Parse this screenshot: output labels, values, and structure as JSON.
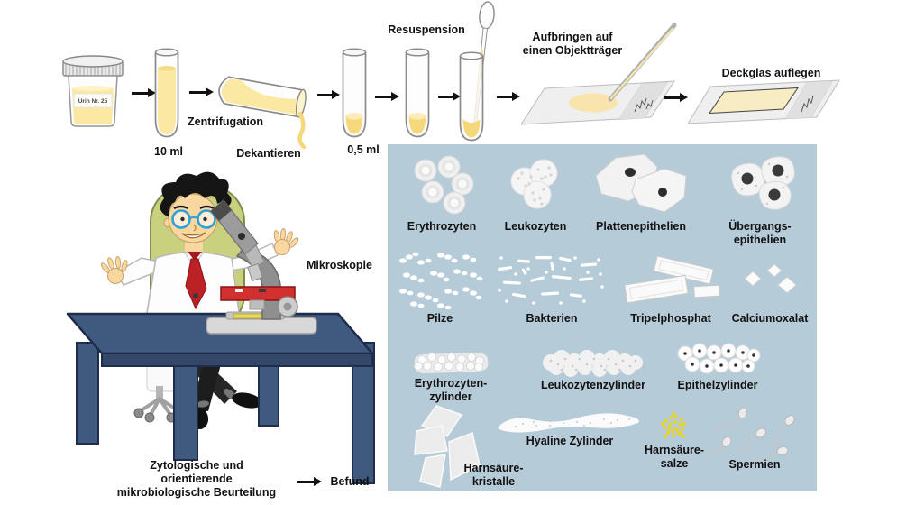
{
  "workflow": {
    "cup_label": "Urin Nr. 25",
    "volume_initial": "10 ml",
    "step_centrifuge": "Zentrifugation",
    "step_decant": "Dekantieren",
    "volume_final": "0,5 ml",
    "step_resuspend": "Resuspension",
    "step_apply_line1": "Aufbringen auf",
    "step_apply_line2": "einen Objektträger",
    "step_coverslip": "Deckglas auflegen"
  },
  "microscopy": {
    "label": "Mikroskopie",
    "assessment_line1": "Zytologische und",
    "assessment_line2": "orientierende",
    "assessment_line3": "mikrobiologische Beurteilung",
    "result": "Befund"
  },
  "sediment": {
    "items": [
      {
        "name": "erythrozyten",
        "line1": "Erythrozyten"
      },
      {
        "name": "leukozyten",
        "line1": "Leukozyten"
      },
      {
        "name": "plattenepithelien",
        "line1": "Plattenepithelien"
      },
      {
        "name": "uebergangsepithelien",
        "line1": "Übergangs-",
        "line2": "epithelien"
      },
      {
        "name": "pilze",
        "line1": "Pilze"
      },
      {
        "name": "bakterien",
        "line1": "Bakterien"
      },
      {
        "name": "tripelphosphat",
        "line1": "Tripelphosphat"
      },
      {
        "name": "calciumoxalat",
        "line1": "Calciumoxalat"
      },
      {
        "name": "erythrozytenzylinder",
        "line1": "Erythrozyten-",
        "line2": "zylinder"
      },
      {
        "name": "leukozytenzylinder",
        "line1": "Leukozytenzylinder"
      },
      {
        "name": "epithelzylinder",
        "line1": "Epithelzylinder"
      },
      {
        "name": "hyaline-zylinder",
        "line1": "Hyaline Zylinder"
      },
      {
        "name": "harnsaeurekristalle",
        "line1": "Harnsäure-",
        "line2": "kristalle"
      },
      {
        "name": "harnsaeuresalze",
        "line1": "Harnsäure-",
        "line2": "salze"
      },
      {
        "name": "spermien",
        "line1": "Spermien"
      }
    ]
  },
  "colors": {
    "panel_bg": "#b6cbd8",
    "urine": "#fbe8a3",
    "sediment_pellet": "#f6d87c",
    "table": "#40597f",
    "chair": "#c9d17e",
    "tie": "#bc2126",
    "microscope_stage": "#d22f2f",
    "salts_yellow": "#e8d32c"
  }
}
